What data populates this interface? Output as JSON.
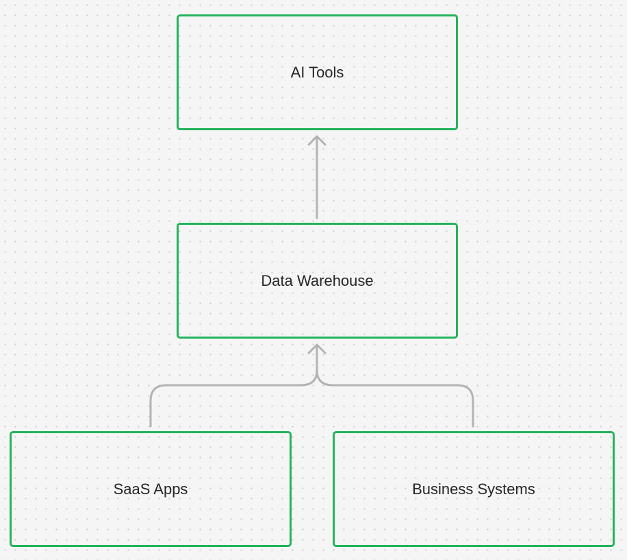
{
  "diagram": {
    "nodes": [
      {
        "id": "ai-tools",
        "label": "AI Tools"
      },
      {
        "id": "data-warehouse",
        "label": "Data Warehouse"
      },
      {
        "id": "saas-apps",
        "label": "SaaS Apps"
      },
      {
        "id": "business-systems",
        "label": "Business Systems"
      }
    ],
    "edges": [
      {
        "from": "data-warehouse",
        "to": "ai-tools"
      },
      {
        "from": "saas-apps",
        "to": "data-warehouse"
      },
      {
        "from": "business-systems",
        "to": "data-warehouse"
      }
    ]
  },
  "colors": {
    "background": "#f5f5f5",
    "grid_dot": "#c9c9c9",
    "node_border": "#22b35a",
    "connector": "#b3b3b3",
    "text": "#262626"
  }
}
